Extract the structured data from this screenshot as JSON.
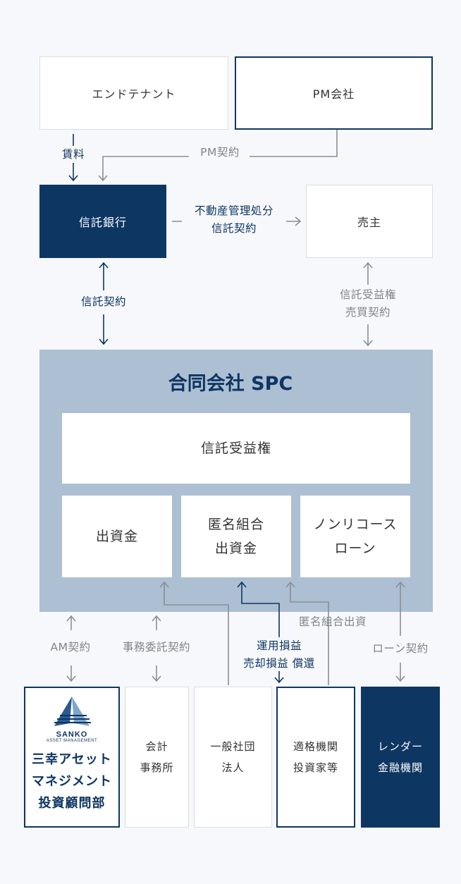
{
  "nodes": {
    "end_tenant": "エンドテナント",
    "pm_company": "PM会社",
    "trust_bank": "信託銀行",
    "seller": "売主",
    "spc_title": "合同会社 SPC",
    "trust_beneficiary_right": "信託受益権",
    "equity": "出資金",
    "tk_line1": "匿名組合",
    "tk_line2": "出資金",
    "nonrecourse_line1": "ノンリコース",
    "nonrecourse_line2": "ローン",
    "sanko_logo_main": "SANKO",
    "sanko_logo_sub": "ASSET MANAGEMENT",
    "sanko_line1": "三幸アセット",
    "sanko_line2": "マネジメント",
    "sanko_line3": "投資顧問部",
    "accounting_line1": "会計",
    "accounting_line2": "事務所",
    "general_corp_line1": "一般社団",
    "general_corp_line2": "法人",
    "qii_line1": "適格機関",
    "qii_line2": "投資家等",
    "lender_line1": "レンダー",
    "lender_line2": "金融機関"
  },
  "labels": {
    "rent": "賃料",
    "pm_contract": "PM契約",
    "disposal_line1": "不動産管理処分",
    "disposal_line2": "信託契約",
    "trust_contract": "信託契約",
    "beneficiary_sale_line1": "信託受益権",
    "beneficiary_sale_line2": "売買契約",
    "am_contract": "AM契約",
    "admin_contract": "事務委託契約",
    "tk_investment": "匿名組合出資",
    "profit_line1": "運用損益",
    "profit_line2": "売却損益 償還",
    "loan_contract": "ローン契約"
  },
  "colors": {
    "navy": "#0e3663",
    "gray_line": "#8a8f96",
    "spc_bg": "#adbfd2"
  }
}
